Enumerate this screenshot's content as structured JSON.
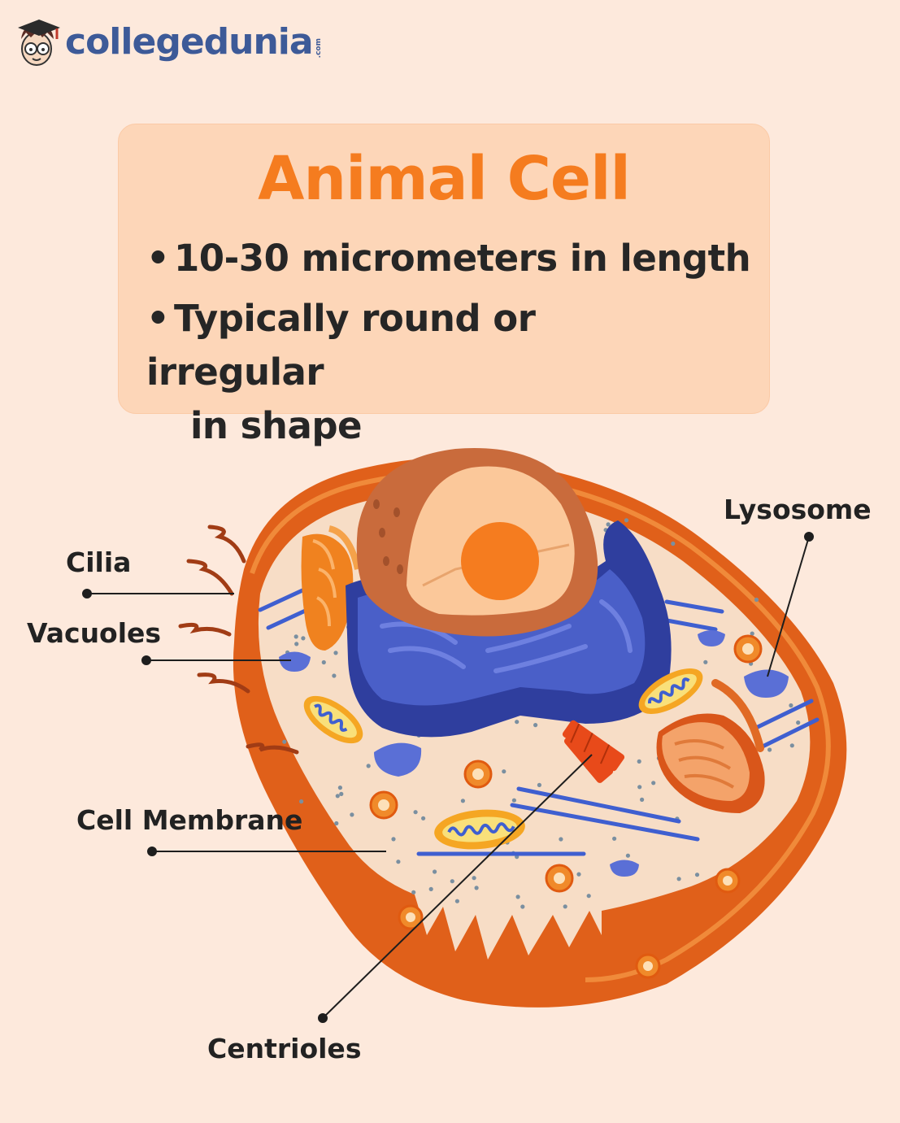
{
  "brand": {
    "name": "collegedunia",
    "suffix": ".com"
  },
  "info": {
    "title": "Animal Cell",
    "bullets": [
      "10-30 micrometers in length",
      "Typically round or irregular",
      "in shape"
    ]
  },
  "labels": {
    "cilia": "Cilia",
    "vacuoles": "Vacuoles",
    "cell_membrane": "Cell Membrane",
    "centrioles": "Centrioles",
    "lysosome": "Lysosome"
  },
  "colors": {
    "background": "#fde9dc",
    "title_orange": "#f57c1f",
    "brand_blue": "#3d5a98",
    "membrane": "#e4661b",
    "cytoplasm": "#f7ddc6",
    "golgi_blue": "#3f4fb8",
    "nucleus_brown": "#c96b3c"
  }
}
